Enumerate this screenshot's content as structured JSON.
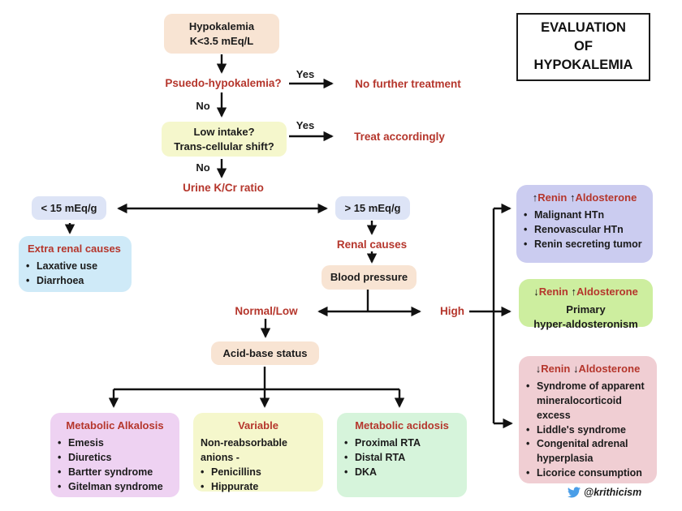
{
  "glyphs": {
    "bullet": "•"
  },
  "colors": {
    "red_text": "#b5362c",
    "peach": "#f8e4d3",
    "pale_yellow": "#f5f7cc",
    "periwinkle": "#dde4f6",
    "light_blue": "#cfeaf8",
    "violet": "#eed2f2",
    "mint": "#d6f4db",
    "lavender": "#cbccf0",
    "yellow_green": "#cdee9f",
    "pink": "#f0ced3",
    "twitter_blue": "#4a9ee8"
  },
  "header": {
    "line1": "EVALUATION",
    "line2": "OF",
    "line3": "HYPOKALEMIA"
  },
  "flow": {
    "hypokalemia_line1": "Hypokalemia",
    "hypokalemia_line2": "K<3.5 mEq/L",
    "pseudo_question": "Psuedo-hypokalemia?",
    "yes1": "Yes",
    "no_further_treatment": "No further treatment",
    "no1": "No",
    "low_intake_line1": "Low intake?",
    "low_intake_line2": "Trans-cellular shift?",
    "yes2": "Yes",
    "treat_accordingly": "Treat accordingly",
    "no2": "No",
    "urine_ratio": "Urine K/Cr ratio",
    "lt15": "< 15 mEq/g",
    "gt15": "> 15 mEq/g",
    "renal_causes": "Renal causes",
    "blood_pressure": "Blood pressure",
    "normal_low": "Normal/Low",
    "high": "High",
    "acid_base": "Acid-base status"
  },
  "extra_renal": {
    "title": "Extra renal causes",
    "items": [
      "Laxative use",
      "Diarrhoea"
    ]
  },
  "metabolic_alkalosis": {
    "title": "Metabolic Alkalosis",
    "items": [
      "Emesis",
      "Diuretics",
      "Bartter syndrome",
      "Gitelman syndrome"
    ]
  },
  "variable": {
    "title": "Variable",
    "intro_line1": "Non-reabsorbable",
    "intro_line2": "anions -",
    "items": [
      "Penicillins",
      "Hippurate"
    ]
  },
  "metabolic_acidosis": {
    "title": "Metabolic acidosis",
    "items": [
      "Proximal RTA",
      "Distal RTA",
      "DKA"
    ]
  },
  "renin_boxes": [
    {
      "arrow1": "↑",
      "word1": "Renin",
      "arrow2": "↑",
      "word2": "Aldosterone",
      "items": [
        "Malignant HTn",
        "Renovascular HTn",
        "Renin secreting tumor"
      ]
    },
    {
      "arrow1": "↓",
      "word1": "Renin",
      "arrow2": "↑",
      "word2": "Aldosterone",
      "body_line1": "Primary",
      "body_line2": "hyper-aldosteronism"
    },
    {
      "arrow1": "↓",
      "word1": "Renin",
      "arrow2": "↓",
      "word2": "Aldosterone",
      "items": [
        "Syndrome of apparent mineralocorticoid excess",
        "Liddle's syndrome",
        "Congenital adrenal hyperplasia",
        "Licorice consumption"
      ]
    }
  ],
  "credit": {
    "handle": "@krithicism"
  }
}
